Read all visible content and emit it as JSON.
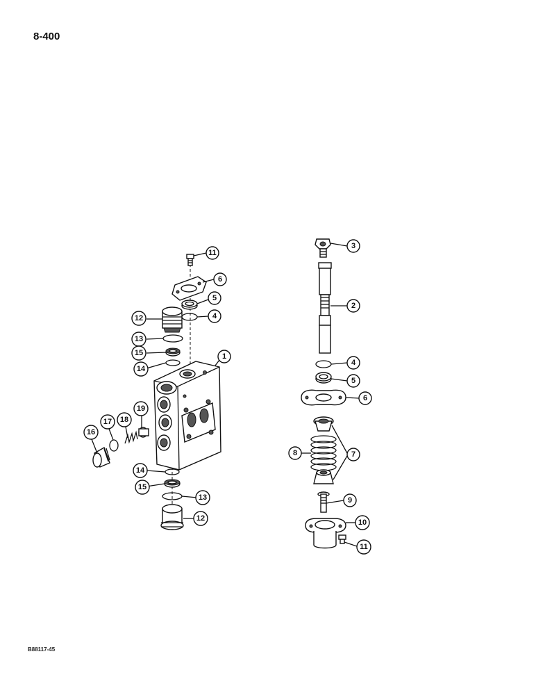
{
  "page_number": "8-400",
  "figure_id": "B88117-45",
  "callouts": {
    "left_11": "11",
    "left_6": "6",
    "left_5": "5",
    "left_4": "4",
    "left_12_top": "12",
    "left_13_top": "13",
    "left_15_top": "15",
    "left_14_top": "14",
    "left_1": "1",
    "left_19": "19",
    "left_18": "18",
    "left_17": "17",
    "left_16": "16",
    "left_14_bot": "14",
    "left_15_bot": "15",
    "left_13_bot": "13",
    "left_12_bot": "12",
    "right_3": "3",
    "right_2": "2",
    "right_4": "4",
    "right_5": "5",
    "right_6": "6",
    "right_7": "7",
    "right_8": "8",
    "right_9": "9",
    "right_10": "10",
    "right_11": "11"
  }
}
